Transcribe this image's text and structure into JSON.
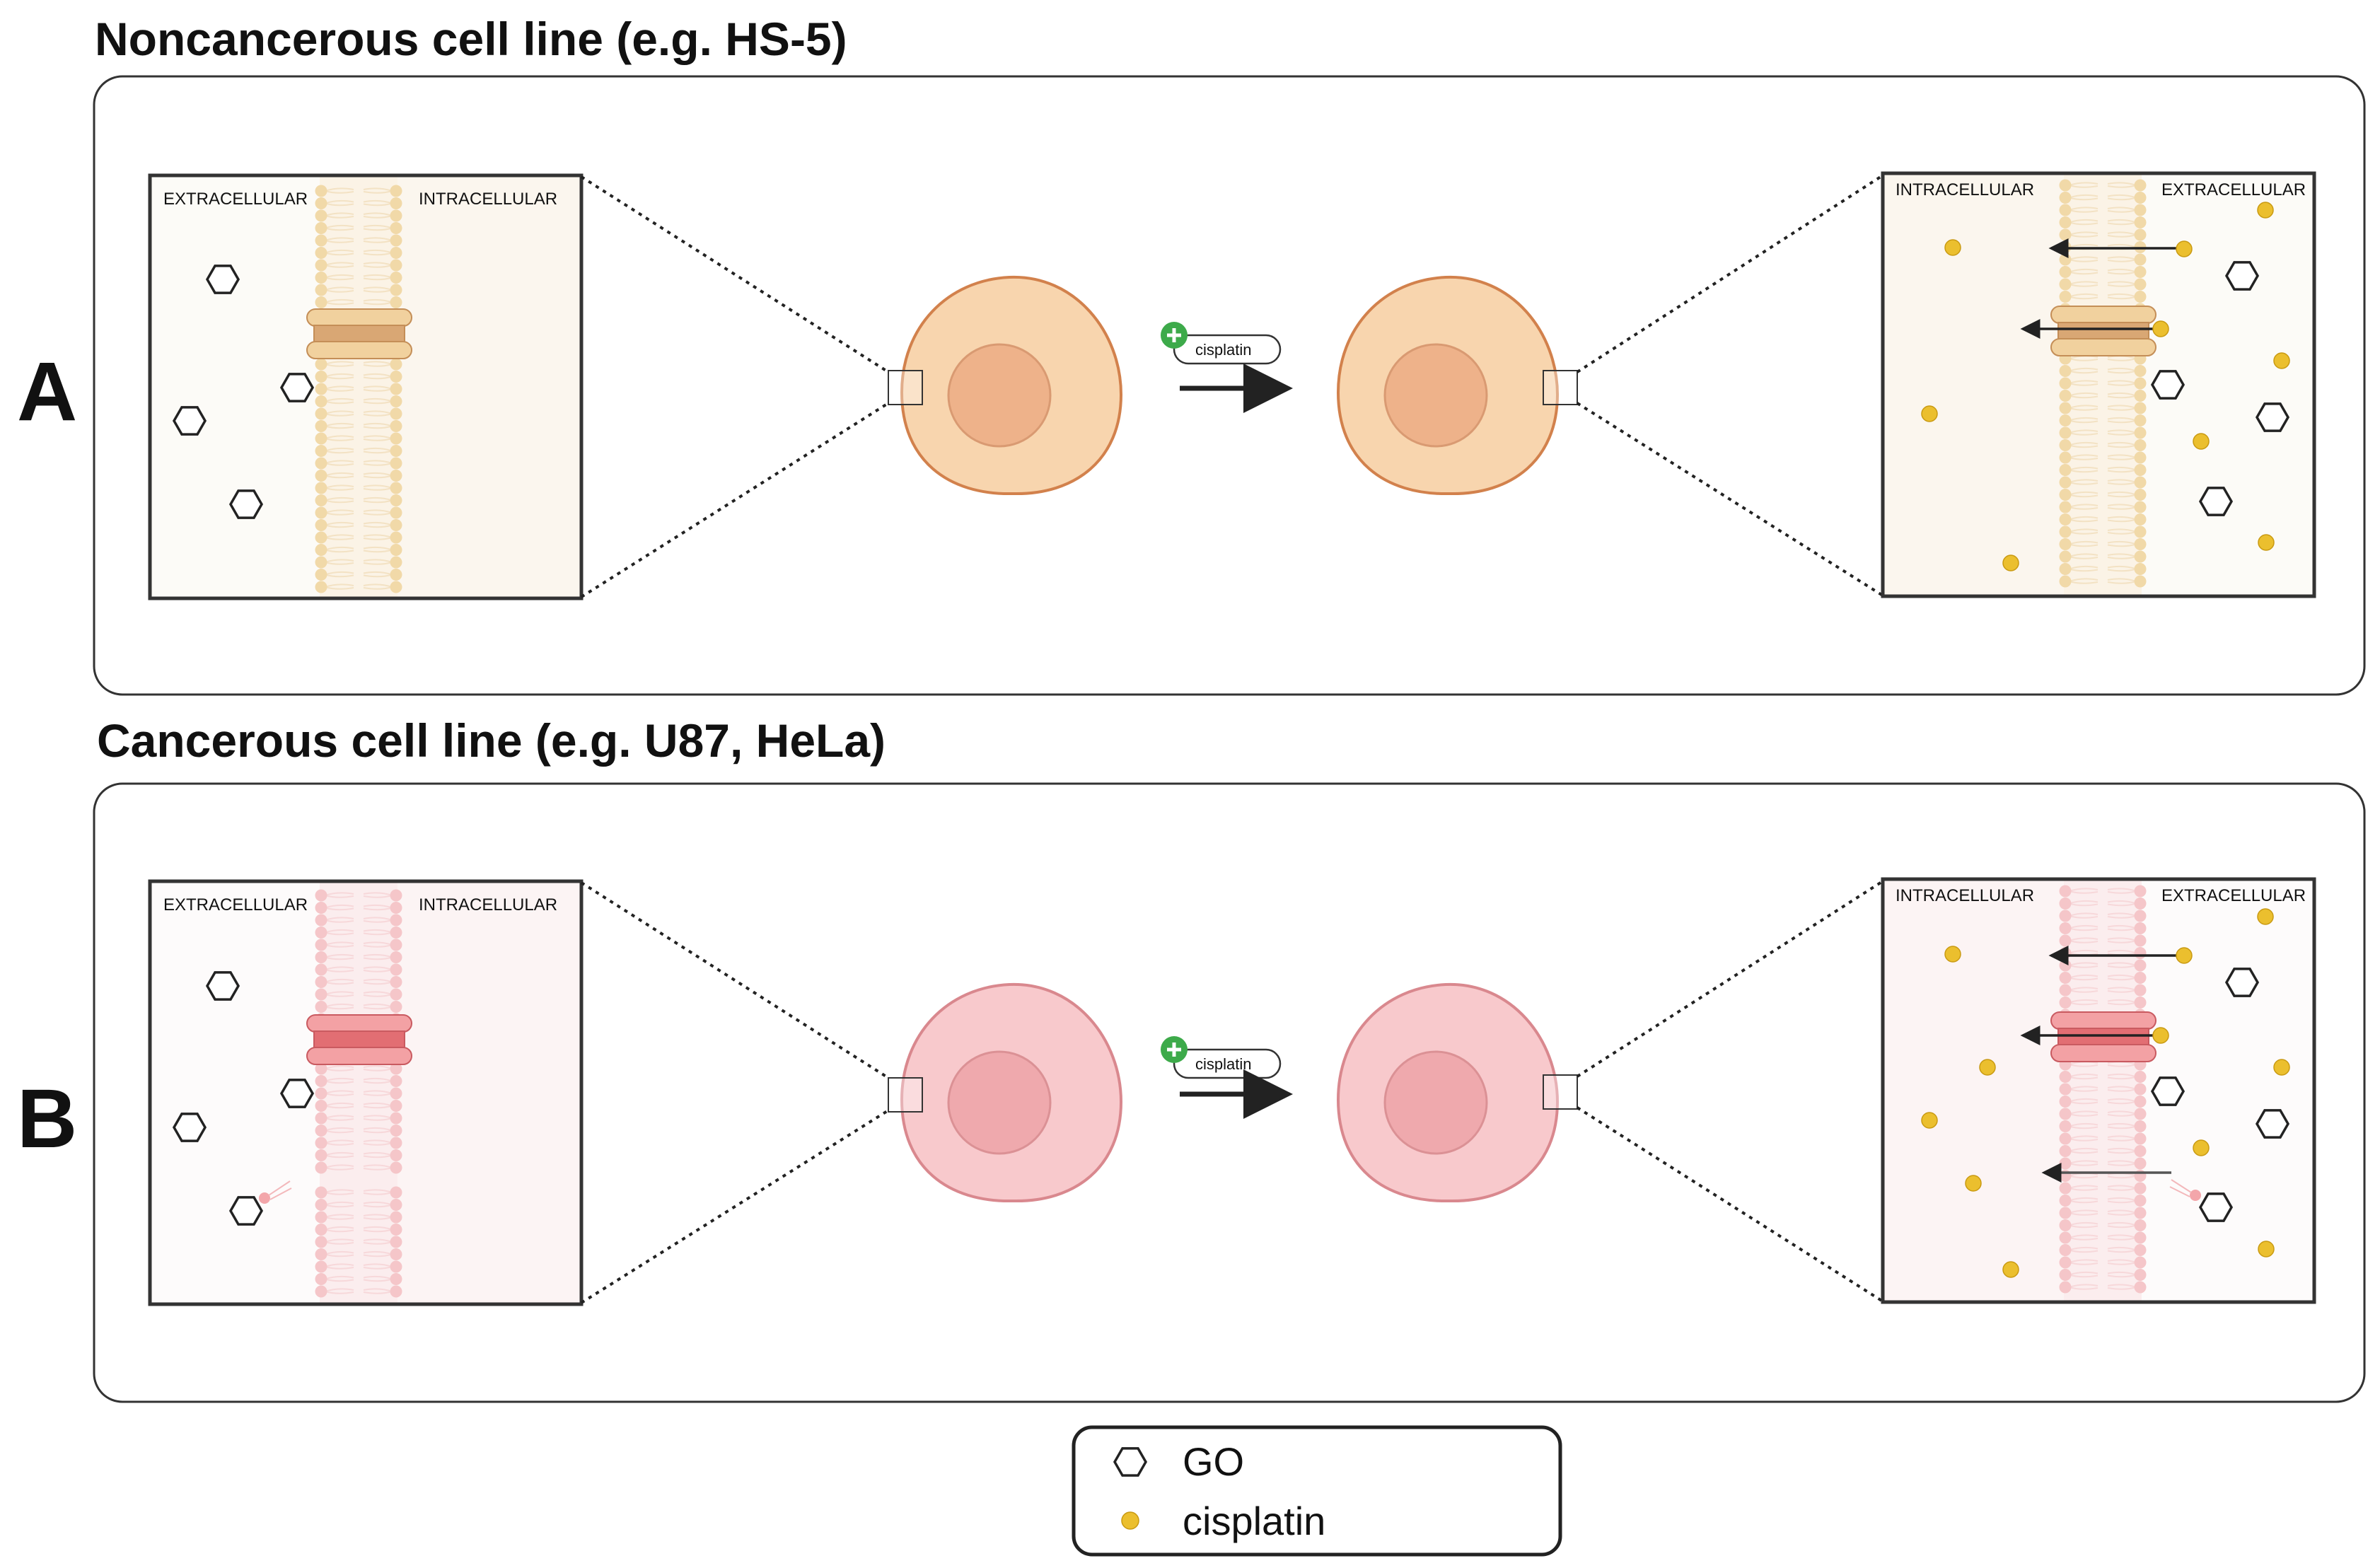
{
  "panels": [
    {
      "letter": "A",
      "title": "Noncancerous cell line (e.g. HS-5)",
      "left_box": {
        "left_label": "EXTRACELLULAR",
        "right_label": "INTRACELLULAR"
      },
      "right_box": {
        "left_label": "INTRACELLULAR",
        "right_label": "EXTRACELLULAR"
      },
      "treatment_label": "cisplatin",
      "theme": {
        "cell_fill": "#F8D5AE",
        "cell_stroke": "#D2814C",
        "nucleus_fill": "#EEB28A",
        "nucleus_stroke": "#D99A72",
        "lipid": "#F1D9A8",
        "lipid_tail": "#F3E2C4",
        "channel_fill": "#F1D19E",
        "channel_dark": "#D9A774",
        "channel_stroke": "#C48E57",
        "membrane_shade": "#FBF3E6",
        "intracellular_bg": "#FBF6EE"
      }
    },
    {
      "letter": "B",
      "title": "Cancerous cell line (e.g. U87, HeLa)",
      "left_box": {
        "left_label": "EXTRACELLULAR",
        "right_label": "INTRACELLULAR"
      },
      "right_box": {
        "left_label": "INTRACELLULAR",
        "right_label": "EXTRACELLULAR"
      },
      "treatment_label": "cisplatin",
      "theme": {
        "cell_fill": "#F8C9CC",
        "cell_stroke": "#D9888E",
        "nucleus_fill": "#EFA9AD",
        "nucleus_stroke": "#DB9195",
        "lipid": "#F5C6C9",
        "lipid_tail": "#F7D8DA",
        "channel_fill": "#F3A1A4",
        "channel_dark": "#E26E73",
        "channel_stroke": "#C95A60",
        "membrane_shade": "#FBEDEE",
        "intracellular_bg": "#FCF4F4"
      }
    }
  ],
  "legend": {
    "items": [
      {
        "label": "GO",
        "icon": "hexagon-icon"
      },
      {
        "label": "cisplatin",
        "icon": "dot-icon"
      }
    ]
  },
  "colors": {
    "frame": "#333333",
    "cisplatin": "#EBBF2E",
    "cisplatin_stroke": "#C99A12",
    "plus": "#3DAA4A",
    "arrow": "#222222"
  }
}
